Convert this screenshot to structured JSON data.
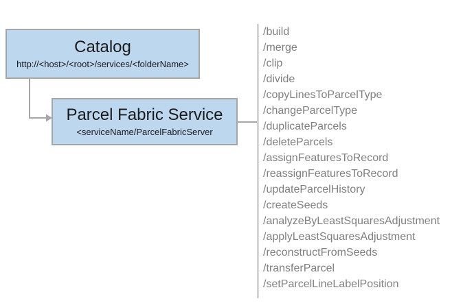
{
  "catalog_box": {
    "title": "Catalog",
    "subtitle": "http://<host>/<root>/services/<folderName>"
  },
  "service_box": {
    "title": "Parcel Fabric Service",
    "subtitle": "<serviceName/ParcelFabricServer"
  },
  "endpoints": [
    "/build",
    "/merge",
    "/clip",
    "/divide",
    "/copyLinesToParcelType",
    "/changeParcelType",
    "/duplicateParcels",
    "/deleteParcels",
    "/assignFeaturesToRecord",
    "/reassignFeaturesToRecord",
    "/updateParcelHistory",
    "/createSeeds",
    "/analyzeByLeastSquaresAdjustment",
    "/applyLeastSquaresAdjustment",
    "/reconstructFromSeeds",
    "/transferParcel",
    "/setParcelLineLabelPosition"
  ],
  "colors": {
    "box_fill": "#bdd7ee",
    "box_border": "#a6a6a6",
    "connector": "#a6a6a6",
    "endpoint_text": "#808080",
    "title_text": "#1a1a1a",
    "page_bg": "#ffffff"
  }
}
